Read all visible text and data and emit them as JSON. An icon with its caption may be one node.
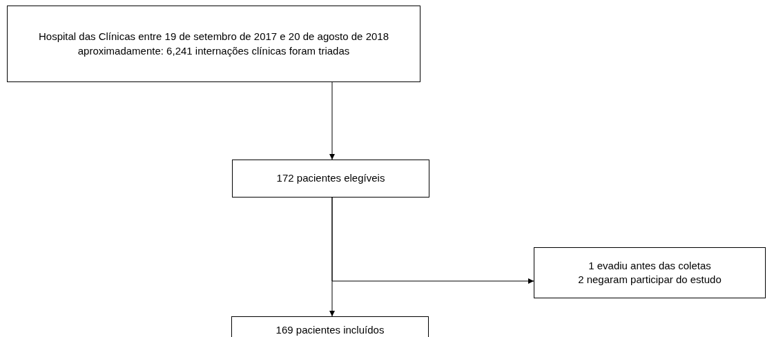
{
  "diagram": {
    "nodes": [
      {
        "text": [
          "Hospital das Clínicas entre 19 de setembro de 2017 e 20 de agosto de 2018 aproximadamente: 6,241 internações clínicas foram triadas"
        ]
      },
      {
        "text": [
          "172 pacientes elegíveis"
        ]
      },
      {
        "text": [
          "1 evadiu antes das coletas",
          "2 negaram participar do estudo"
        ]
      },
      {
        "text": [
          "169 pacientes incluídos"
        ]
      }
    ],
    "edges": [
      {
        "from": 0,
        "to": 1,
        "arrow": "to"
      },
      {
        "from": 1,
        "to": 2,
        "arrow": "to"
      },
      {
        "from": 1,
        "to": 3,
        "arrow": "to"
      }
    ]
  }
}
